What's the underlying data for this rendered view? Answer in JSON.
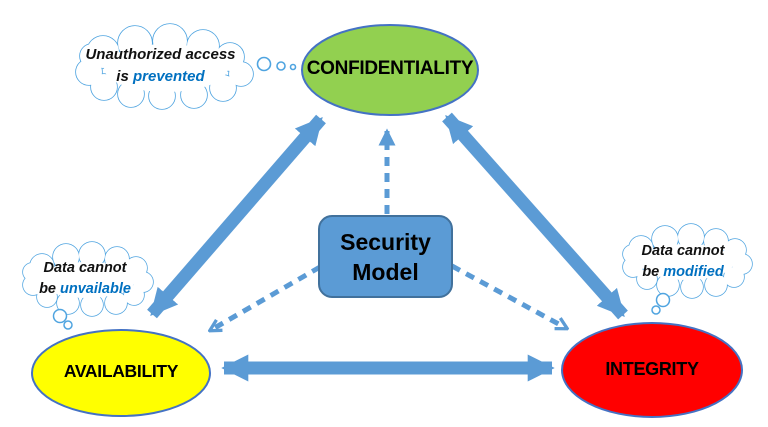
{
  "diagram": {
    "title_implicit": "CIA Security Model triad",
    "center_box": {
      "line1": "Security",
      "line2": "Model",
      "fill": "#5B9BD5",
      "border": "#41719C"
    },
    "nodes": [
      {
        "id": "confidentiality",
        "label": "CONFIDENTIALITY",
        "fill": "#92D050"
      },
      {
        "id": "availability",
        "label": "AVAILABILITY",
        "fill": "#FFFF00"
      },
      {
        "id": "integrity",
        "label": "INTEGRITY",
        "fill": "#FF0000"
      }
    ],
    "thoughts": [
      {
        "target": "confidentiality",
        "line1": "Unauthorized access",
        "line2_prefix": "is ",
        "line2_highlight": "prevented"
      },
      {
        "target": "availability",
        "line1": "Data cannot",
        "line2_prefix": "be ",
        "line2_highlight": "unvailable"
      },
      {
        "target": "integrity",
        "line1": "Data cannot",
        "line2_prefix": "be ",
        "line2_highlight": "modified"
      }
    ],
    "connections": [
      {
        "from": "availability",
        "to": "confidentiality",
        "style": "solid-double-arrow"
      },
      {
        "from": "confidentiality",
        "to": "integrity",
        "style": "solid-double-arrow"
      },
      {
        "from": "availability",
        "to": "integrity",
        "style": "solid-double-arrow"
      },
      {
        "from": "center_box",
        "to": "confidentiality",
        "style": "dashed-arrow"
      },
      {
        "from": "center_box",
        "to": "availability",
        "style": "dashed-arrow"
      },
      {
        "from": "center_box",
        "to": "integrity",
        "style": "dashed-arrow"
      }
    ],
    "colors": {
      "arrow": "#5B9BD5",
      "node_border": "#4472C4",
      "cloud_outline": "#4FA4E0",
      "highlight_text": "#0070C0",
      "label_text": "#000000",
      "background": "#FFFFFF"
    }
  }
}
